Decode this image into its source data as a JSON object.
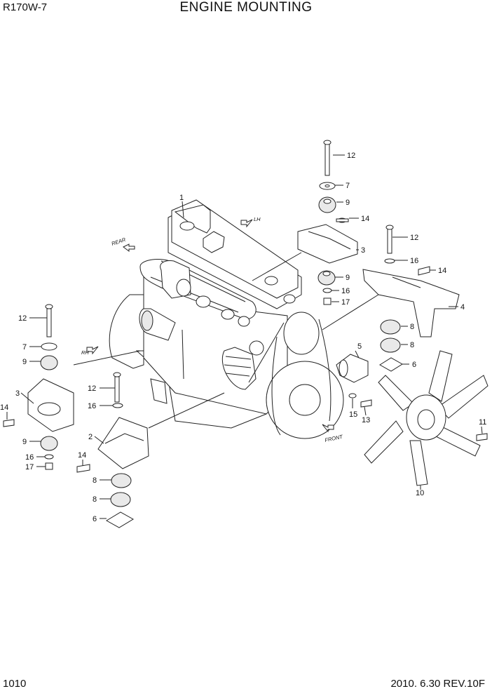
{
  "header": {
    "model": "R170W-7",
    "title": "ENGINE MOUNTING"
  },
  "footer": {
    "page": "1010",
    "revision": "2010. 6.30  REV.10F"
  },
  "direction_labels": {
    "rear": "REAR",
    "front": "FRONT",
    "lh": "LH",
    "rh": "RH"
  },
  "callouts": {
    "engine": "1",
    "bracket_rh_front": "2",
    "bracket_rh_rear": "3",
    "bracket_lh_rear": "3",
    "bracket_lh_front": "4",
    "spacer": "5",
    "stopper": "6",
    "washer": "7",
    "mount": "8",
    "cushion": "9",
    "fan": "10",
    "bolt_fan": "11",
    "bolt_mount": "12",
    "bolt_spacer": "13",
    "bolt_bracket": "14",
    "washer_spacer": "15",
    "spring_washer": "16",
    "nut": "17"
  }
}
